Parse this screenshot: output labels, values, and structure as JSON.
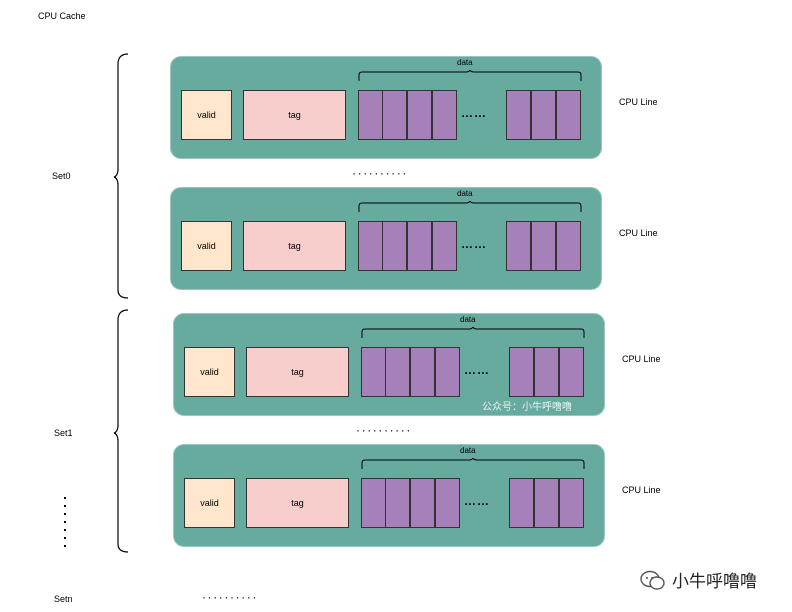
{
  "title": "CPU Cache",
  "sets": [
    "Set0",
    "Set1",
    "Setn"
  ],
  "line_label": "CPU Line",
  "valid_label": "valid",
  "tag_label": "tag",
  "data_label": "data",
  "row_ellipsis": "……",
  "separator_dots": "··········",
  "watermark": "公众号：小牛呼噜噜",
  "brand_name": "小牛呼噜噜",
  "colors": {
    "line_bg": "#67ab9f",
    "valid_bg": "#ffe6cc",
    "tag_bg": "#f8cecc",
    "data_cell_bg": "#a680b8"
  }
}
